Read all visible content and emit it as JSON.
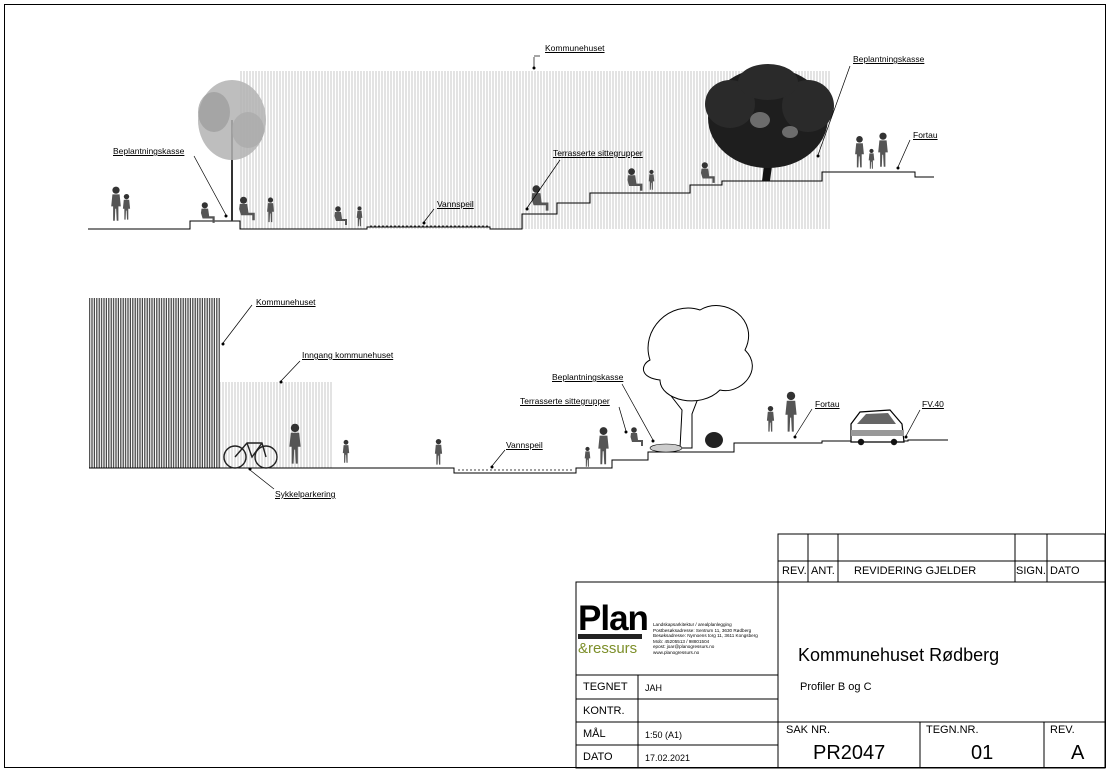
{
  "section_b": {
    "labels": {
      "kommunehuset": "Kommunehuset",
      "beplantning_left": "Beplantningskasse",
      "beplantning_right": "Beplantningskasse",
      "fortau": "Fortau",
      "terrasserte": "Terrasserte sittegrupper",
      "vannspeil": "Vannspeil"
    }
  },
  "section_c": {
    "labels": {
      "kommunehuset": "Kommunehuset",
      "inngang": "Inngang kommunehuset",
      "beplantning": "Beplantningskasse",
      "terrasserte": "Terrasserte sittegrupper",
      "fortau": "Fortau",
      "fv40": "FV.40",
      "vannspeil": "Vannspeil",
      "sykkel": "Sykkelparkering"
    }
  },
  "revision_table": {
    "rev": "REV.",
    "ant": "ANT.",
    "revidering": "REVIDERING GJELDER",
    "sign": "SIGN.",
    "dato": "DATO"
  },
  "title_block": {
    "logo": {
      "plan": "Plan",
      "ressurs": "&ressurs",
      "info_lines": [
        "Landskapsarkitektur / arealplanlegging",
        "Postbesøksadresse: Sentrum 11, 3630 Rødberg",
        "Besøksadresse: Nymoens torg 11, 3611 Kongsberg",
        "Mob: 45205513 / 98801504",
        "epost: joar@planogressurs.no",
        "www.planogressurs.no"
      ]
    },
    "project_title": "Kommunehuset Rødberg",
    "subtitle": "Profiler B og C",
    "rows": [
      {
        "key": "TEGNET",
        "value": "JAH"
      },
      {
        "key": "KONTR.",
        "value": ""
      },
      {
        "key": "MÅL",
        "value": "1:50 (A1)"
      },
      {
        "key": "DATO",
        "value": "17.02.2021"
      }
    ],
    "sak_nr_label": "SAK NR.",
    "sak_nr": "PR2047",
    "tegn_nr_label": "TEGN.NR.",
    "tegn_nr": "01",
    "rev_label": "REV.",
    "rev": "A"
  },
  "colors": {
    "hatch_light": "#bdbdbd",
    "hatch_dark": "#444444",
    "line": "#000000"
  }
}
